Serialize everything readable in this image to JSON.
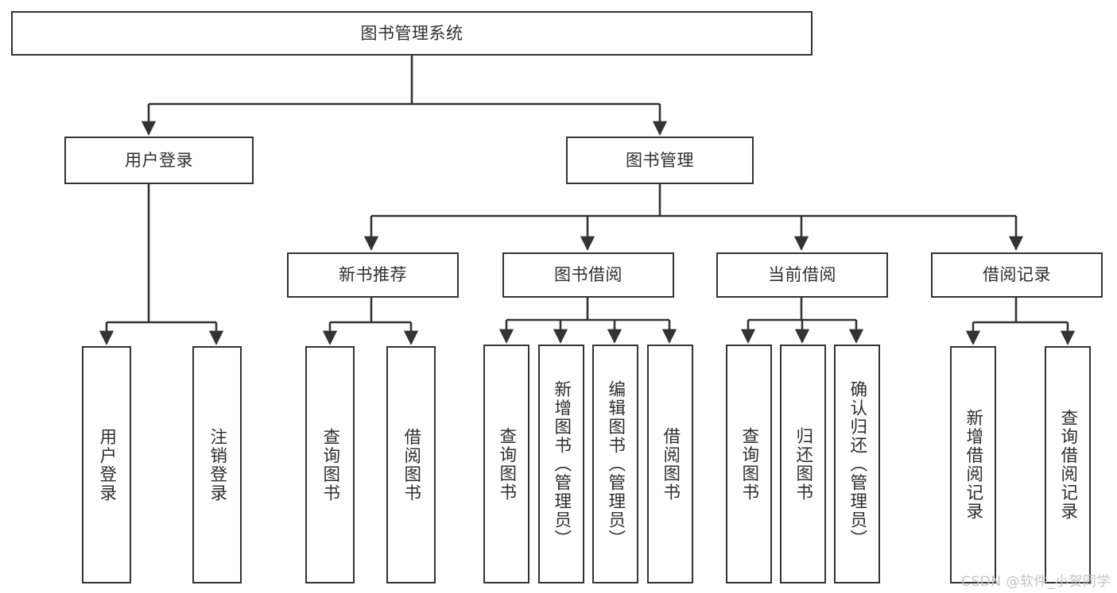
{
  "diagram": {
    "title": "图书管理系统",
    "type": "functional-decomposition-tree",
    "root": {
      "label": "图书管理系统"
    },
    "level2": [
      {
        "id": "user-login",
        "label": "用户登录"
      },
      {
        "id": "book-management",
        "label": "图书管理"
      }
    ],
    "level3": [
      {
        "id": "new-book-recommend",
        "label": "新书推荐",
        "parent": "book-management"
      },
      {
        "id": "book-borrow",
        "label": "图书借阅",
        "parent": "book-management"
      },
      {
        "id": "current-borrow",
        "label": "当前借阅",
        "parent": "book-management"
      },
      {
        "id": "borrow-record",
        "label": "借阅记录",
        "parent": "book-management"
      }
    ],
    "leaves": {
      "user_login": [
        {
          "id": "leaf-user-login",
          "label": "用户登录"
        },
        {
          "id": "leaf-user-logout",
          "label": "注销登录"
        }
      ],
      "new_book_recommend": [
        {
          "id": "leaf-query-book-1",
          "label": "查询图书"
        },
        {
          "id": "leaf-borrow-book-1",
          "label": "借阅图书"
        }
      ],
      "book_borrow": [
        {
          "id": "leaf-query-book-2",
          "label": "查询图书"
        },
        {
          "id": "leaf-add-book",
          "label": "新增图书（管理员）"
        },
        {
          "id": "leaf-edit-book",
          "label": "编辑图书（管理员）"
        },
        {
          "id": "leaf-borrow-book-2",
          "label": "借阅图书"
        }
      ],
      "current_borrow": [
        {
          "id": "leaf-query-book-3",
          "label": "查询图书"
        },
        {
          "id": "leaf-return-book",
          "label": "归还图书"
        },
        {
          "id": "leaf-confirm-return",
          "label": "确认归还（管理员）"
        }
      ],
      "borrow_record": [
        {
          "id": "leaf-add-record",
          "label": "新增借阅记录"
        },
        {
          "id": "leaf-query-record",
          "label": "查询借阅记录"
        }
      ]
    },
    "watermark": "CSDN @软件_小贺同学",
    "colors": {
      "stroke": "#333335",
      "text": "#2e2e30",
      "background": "#ffffff",
      "watermark": "#c3c3c5"
    }
  }
}
